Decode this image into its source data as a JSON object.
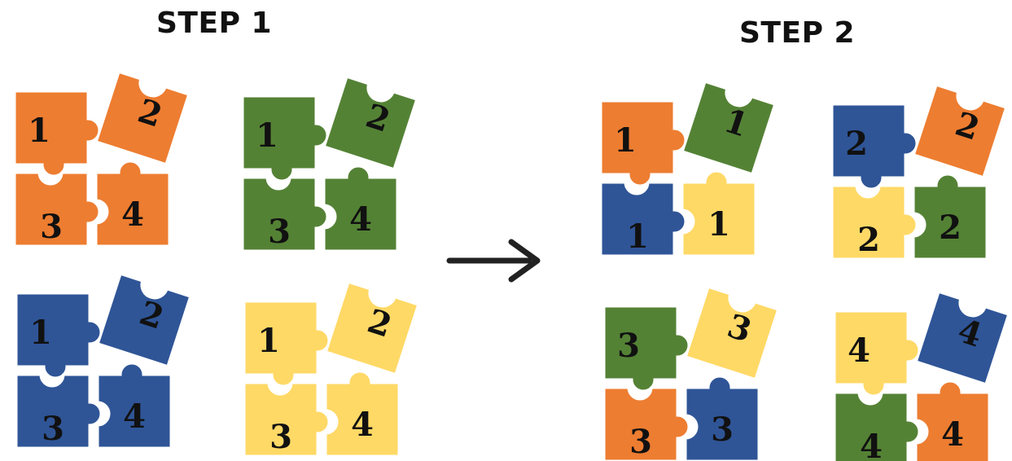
{
  "titles": {
    "step1": "STEP 1",
    "step2": "STEP 2"
  },
  "colors": {
    "orange": "#ED7D31",
    "green": "#548235",
    "blue": "#2F5597",
    "yellow": "#FFD966",
    "ink": "#111111",
    "background": "#FFFFFF"
  },
  "step1": {
    "groups": [
      {
        "name": "orange",
        "pieces": [
          {
            "label": "1",
            "color": "orange"
          },
          {
            "label": "2",
            "color": "orange"
          },
          {
            "label": "3",
            "color": "orange"
          },
          {
            "label": "4",
            "color": "orange"
          }
        ]
      },
      {
        "name": "green",
        "pieces": [
          {
            "label": "1",
            "color": "green"
          },
          {
            "label": "2",
            "color": "green"
          },
          {
            "label": "3",
            "color": "green"
          },
          {
            "label": "4",
            "color": "green"
          }
        ]
      },
      {
        "name": "blue",
        "pieces": [
          {
            "label": "1",
            "color": "blue"
          },
          {
            "label": "2",
            "color": "blue"
          },
          {
            "label": "3",
            "color": "blue"
          },
          {
            "label": "4",
            "color": "blue"
          }
        ]
      },
      {
        "name": "yellow",
        "pieces": [
          {
            "label": "1",
            "color": "yellow"
          },
          {
            "label": "2",
            "color": "yellow"
          },
          {
            "label": "3",
            "color": "yellow"
          },
          {
            "label": "4",
            "color": "yellow"
          }
        ]
      }
    ]
  },
  "step2": {
    "groups": [
      {
        "name": "group-1",
        "pieces": [
          {
            "label": "1",
            "color": "orange"
          },
          {
            "label": "1",
            "color": "green"
          },
          {
            "label": "1",
            "color": "blue"
          },
          {
            "label": "1",
            "color": "yellow"
          }
        ]
      },
      {
        "name": "group-2",
        "pieces": [
          {
            "label": "2",
            "color": "blue"
          },
          {
            "label": "2",
            "color": "orange"
          },
          {
            "label": "2",
            "color": "yellow"
          },
          {
            "label": "2",
            "color": "green"
          }
        ]
      },
      {
        "name": "group-3",
        "pieces": [
          {
            "label": "3",
            "color": "green"
          },
          {
            "label": "3",
            "color": "yellow"
          },
          {
            "label": "3",
            "color": "orange"
          },
          {
            "label": "3",
            "color": "blue"
          }
        ]
      },
      {
        "name": "group-4",
        "pieces": [
          {
            "label": "4",
            "color": "yellow"
          },
          {
            "label": "4",
            "color": "blue"
          },
          {
            "label": "4",
            "color": "green"
          },
          {
            "label": "4",
            "color": "orange"
          }
        ]
      }
    ]
  },
  "arrow": {
    "icon": "right-arrow-icon"
  }
}
